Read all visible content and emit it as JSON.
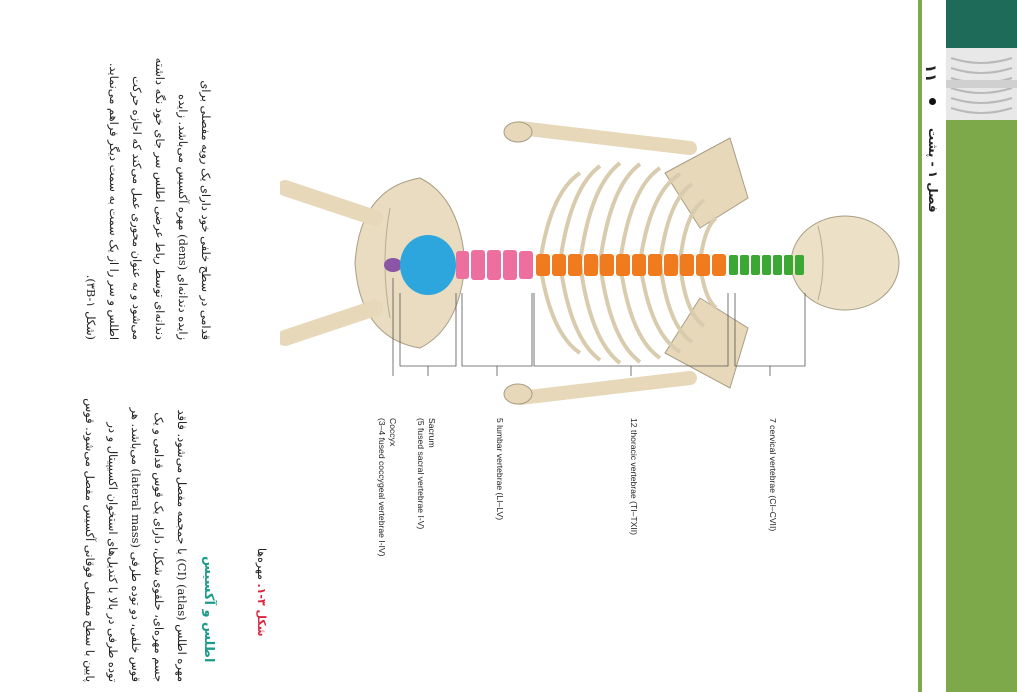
{
  "header": {
    "running_title": "فصل ۱ - پشت",
    "page_number": "۱۱"
  },
  "top_paragraph": [
    "قدامی در سطح خلفی خود دارای یک رویه مفصلی برای",
    "زایده دندانه‌ای (dens) مهره آکسیس می‌باشد. زایده",
    "دندانه‌ای توسط رباط عرضی اطلس سر جای خود نگه داشته",
    "می‌شود و به عنوان محوری عمل می‌کند که اجازه حرکت",
    "اطلس و سر را از یک سمت به سمت دیگر فراهم می‌نماید.",
    "(شکل ۳B-۱)."
  ],
  "section": {
    "heading": "اطلس و آکسیس",
    "lines": [
      "مهره اطلس (atlas) (CI) با جمجمه مفصل می‌شود. فاقد",
      "جسم مهره‌ای، حلقوی شکل، دارای یک قوس قدامی و یک",
      "قوس خلفی، دو توده طرفی (lateral mass) می‌باشد. هر",
      "توده طرفی در بالا با کندیل‌های استخوان اکسیپیتال و در",
      "پایین با سطح مفصلی فوقانی آکسیس مفصل می‌شود. قوس"
    ]
  },
  "figure": {
    "caption_label": "شکل ۳-۱.",
    "caption_text": "مهره‌ها",
    "labels": {
      "cervical": "7 cervical vertebrae (CI–CVII)",
      "thoracic": "12 thoracic vertebrae (TI–TXII)",
      "lumbar": "5 lumbar vertebrae (LI–LV)",
      "sacrum_1": "Sacrum",
      "sacrum_2": "(5 fused sacral vertebrae I-V)",
      "coccyx_1": "Coccyx",
      "coccyx_2": "(3–4 fused coccygeal vertebrae I-IV)"
    },
    "colors": {
      "cervical": "#3aa832",
      "thoracic": "#f07b1e",
      "lumbar": "#ec6fa0",
      "sacrum": "#2ca6dc",
      "coccyx": "#8a55a5",
      "bone": "#e9dcc0"
    }
  },
  "colors": {
    "band_green": "#7ea94b",
    "band_teal": "#1f6b5a",
    "heading": "#1d9c8a",
    "caption": "#d8263f"
  }
}
